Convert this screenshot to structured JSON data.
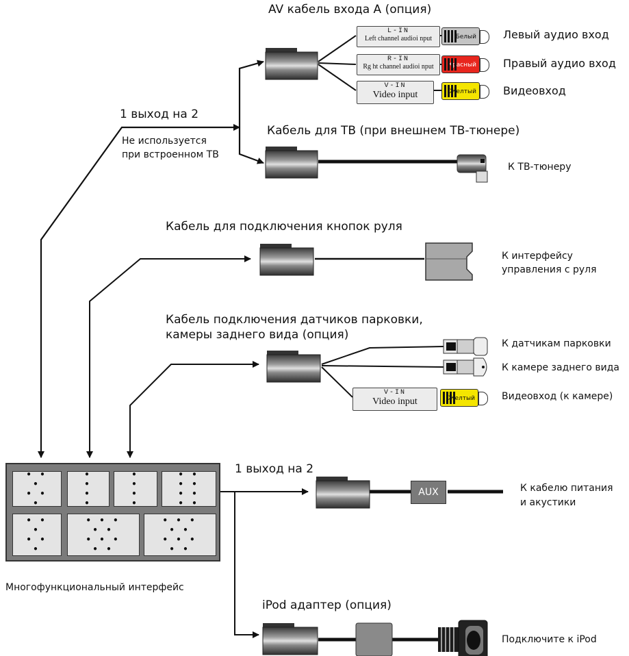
{
  "diagram": {
    "av_title": "AV кабель входа А (опция)",
    "av_inputs": [
      {
        "code": "L-IN",
        "desc": "Left channel audioi nput",
        "plug": "Белый",
        "plug_color": "#c4c4c4",
        "label": "Левый аудио вход"
      },
      {
        "code": "R-IN",
        "desc": "Rg ht channel audioi nput",
        "plug": "Красный",
        "plug_color": "#e8261e",
        "label": "Правый аудио вход"
      },
      {
        "code": "V-IN",
        "desc": "Video input",
        "plug": "Желтый",
        "plug_color": "#f4e500",
        "label": "Видеовход"
      }
    ],
    "split_top": "1 выход на 2",
    "not_used_note": "Не используется\nпри встроенном ТВ",
    "tv_title": "Кабель для ТВ (при внешнем ТВ-тюнере)",
    "tv_label": "К ТВ-тюнеру",
    "steering_title": "Кабель для подключения кнопок руля",
    "steering_label": "К интерфейсу\nуправления с руля",
    "parking_title": "Кабель подключения датчиков парковки,\nкамеры заднего вида (опция)",
    "parking_outputs": [
      {
        "label": "К датчикам парковки"
      },
      {
        "label": "К камере заднего вида"
      },
      {
        "code": "V-IN",
        "desc": "Video input",
        "plug": "Желтый",
        "plug_color": "#f4e500",
        "label": "Видеовход (к камере)"
      }
    ],
    "split_bottom": "1 выход на 2",
    "aux": "AUX",
    "power_label": "К кабелю питания\nи акустики",
    "mf_label": "Многофункциональный интерфейс",
    "ipod_title": "iPod адаптер (опция)",
    "ipod_label": "Подключите к iPod",
    "colors": {
      "wire": "#111111",
      "plug_body": "#7a7a7a",
      "module": "#7b7b7b",
      "connector": "#e4e4e4"
    }
  }
}
